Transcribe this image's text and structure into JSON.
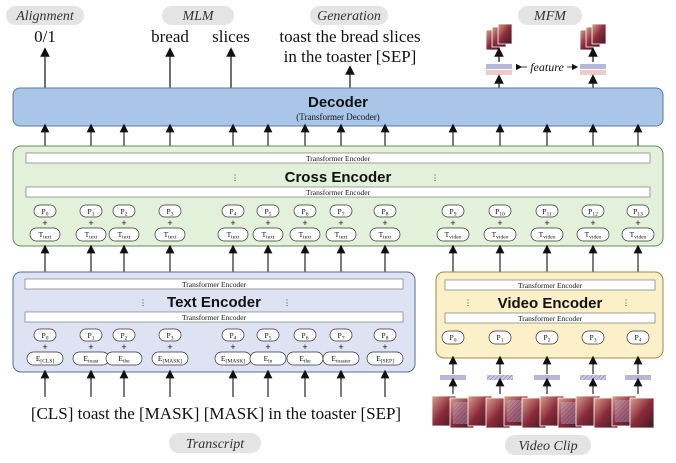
{
  "top_tasks": [
    {
      "label": "Alignment",
      "output": "0/1"
    },
    {
      "label": "MLM",
      "outputs": [
        "bread",
        "slices"
      ]
    },
    {
      "label": "Generation",
      "output_lines": [
        "toast the bread slices",
        "in the toaster [SEP]"
      ]
    },
    {
      "label": "MFM",
      "feature": "feature"
    }
  ],
  "decoder": {
    "title": "Decoder",
    "subtitle": "(Transformer Decoder)"
  },
  "cross_encoder": {
    "title": "Cross Encoder",
    "layer_label": "Transformer Encoder"
  },
  "text_encoder": {
    "title": "Text Encoder",
    "layer_label": "Transformer Encoder",
    "positions": [
      "P0",
      "P1",
      "P2",
      "P3",
      "P4",
      "P5",
      "P6",
      "P7",
      "P8"
    ],
    "embeddings": [
      {
        "base": "E",
        "sub": "[CLS]"
      },
      {
        "base": "E",
        "sub": "toast"
      },
      {
        "base": "E",
        "sub": "the"
      },
      {
        "base": "E",
        "sub": "[MASK]"
      },
      {
        "base": "E",
        "sub": "[MASK]"
      },
      {
        "base": "E",
        "sub": "in"
      },
      {
        "base": "E",
        "sub": "the"
      },
      {
        "base": "E",
        "sub": "toaster"
      },
      {
        "base": "E",
        "sub": "[SEP]"
      }
    ]
  },
  "video_encoder": {
    "title": "Video Encoder",
    "layer_label": "Transformer Encoder",
    "positions": [
      "P0",
      "P1",
      "P2",
      "P3",
      "P4"
    ]
  },
  "cross_tokens": {
    "text": {
      "base": "T",
      "sub": "text"
    },
    "video": {
      "base": "T",
      "sub": "video"
    },
    "positions": [
      "P0",
      "P1",
      "P2",
      "P3",
      "P4",
      "P5",
      "P6",
      "P7",
      "P8",
      "P9",
      "P10",
      "P11",
      "P12",
      "P13"
    ]
  },
  "input": {
    "transcript_text": "[CLS] toast the [MASK] [MASK] in the toaster [SEP]",
    "transcript_label": "Transcript",
    "video_label": "Video Clip"
  },
  "colors": {
    "decoder_fill": "#a9c6e8",
    "cross_fill": "#e3f0da",
    "text_enc_fill": "#dde3f2",
    "video_enc_fill": "#fbf0c8",
    "pill_fill": "#e4e4e4",
    "bar_purple": "#b7b7dc",
    "bar_pink": "#f1c9c9"
  }
}
